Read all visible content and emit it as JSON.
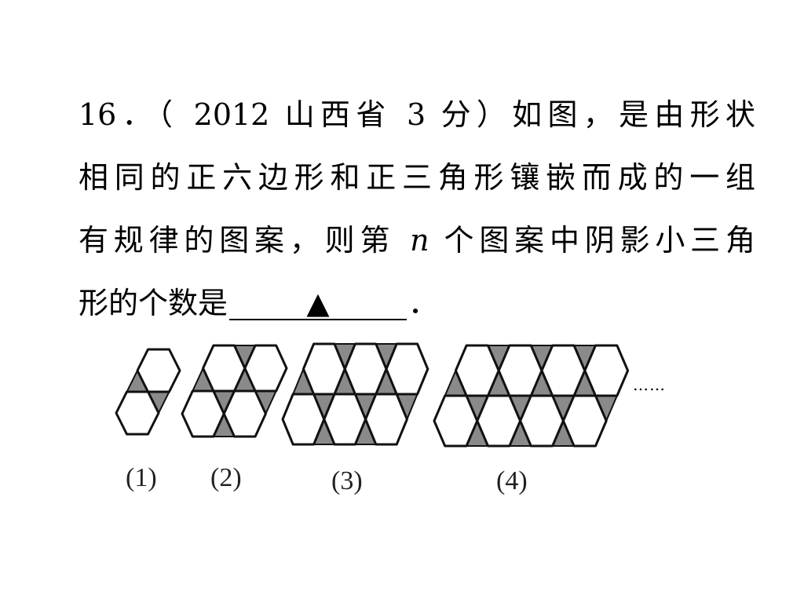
{
  "problem": {
    "line1": "16．（ 2012 山西省 3 分）如图，是由形状",
    "line2": "相同的正六边形和正三角形镶嵌而成的一组",
    "line3_before": "有规律的图案，则第 ",
    "line3_var": "n",
    "line3_after": " 个图案中阴影小三角",
    "line4_before": "形的个数是",
    "answer_marker": "▲",
    "line4_after": "．"
  },
  "figure": {
    "patterns": [
      {
        "n": 1,
        "label": "(1)"
      },
      {
        "n": 2,
        "label": "(2)"
      },
      {
        "n": 3,
        "label": "(3)"
      },
      {
        "n": 4,
        "label": "(4)"
      }
    ],
    "continuation": "……",
    "colors": {
      "shade": "#8a8a8a",
      "hexagon": "#ffffff",
      "outline": "#111111"
    }
  }
}
